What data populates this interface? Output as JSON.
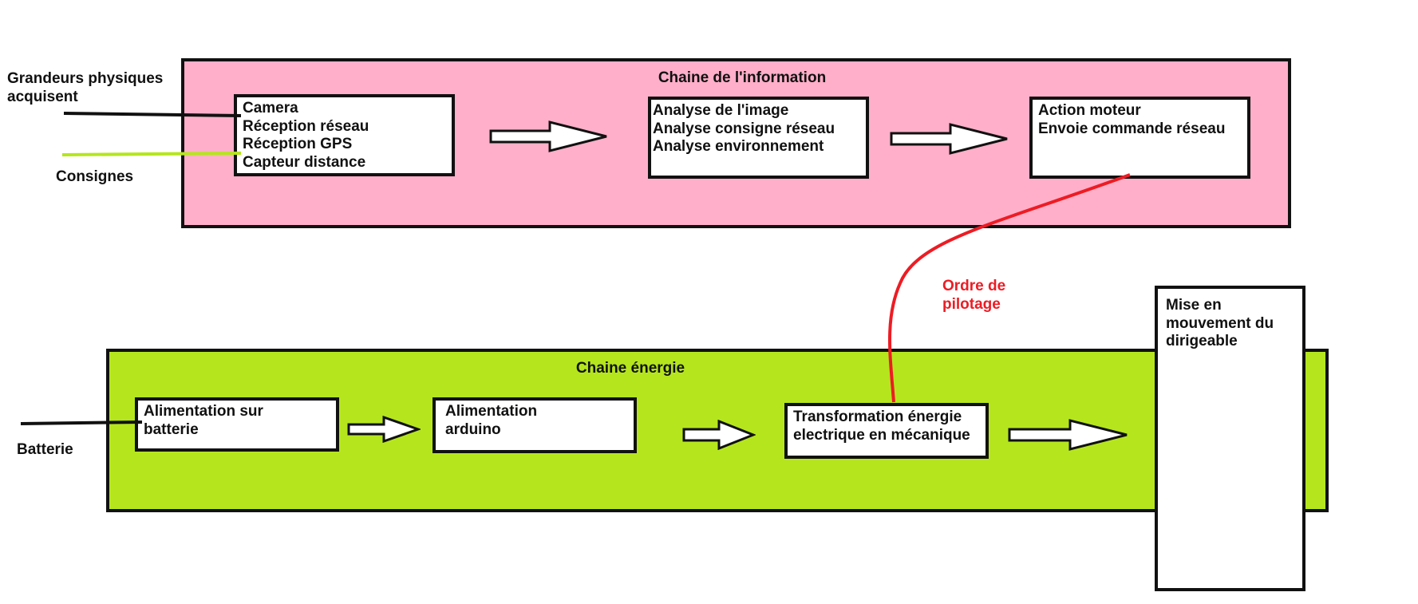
{
  "colors": {
    "information_band": "#ffafc9",
    "energy_band": "#b5e61d",
    "consignes_line": "#b5e61d",
    "order_line": "#ed1c24",
    "border": "#111111"
  },
  "inputs": {
    "grandeurs": [
      "Grandeurs physiques",
      "acquisent"
    ],
    "consignes": "Consignes",
    "batterie": "Batterie"
  },
  "information_chain": {
    "title": "Chaine de l'information",
    "acquire": [
      "Camera",
      "Réception réseau",
      "Réception GPS",
      "Capteur distance"
    ],
    "process": [
      "Analyse de l'image",
      "Analyse consigne réseau",
      "Analyse environnement"
    ],
    "communicate": [
      "Action moteur",
      "Envoie commande réseau"
    ]
  },
  "order_label": [
    "Ordre de",
    "pilotage"
  ],
  "energy_chain": {
    "title": "Chaine énergie",
    "supply": [
      "Alimentation sur",
      "batterie"
    ],
    "distribute": [
      "Alimentation",
      "arduino"
    ],
    "convert": [
      "Transformation énergie",
      "electrique en mécanique"
    ]
  },
  "output": [
    "Mise en",
    "mouvement du",
    "dirigeable"
  ],
  "arrow_icon": "hollow-right-arrow-icon"
}
